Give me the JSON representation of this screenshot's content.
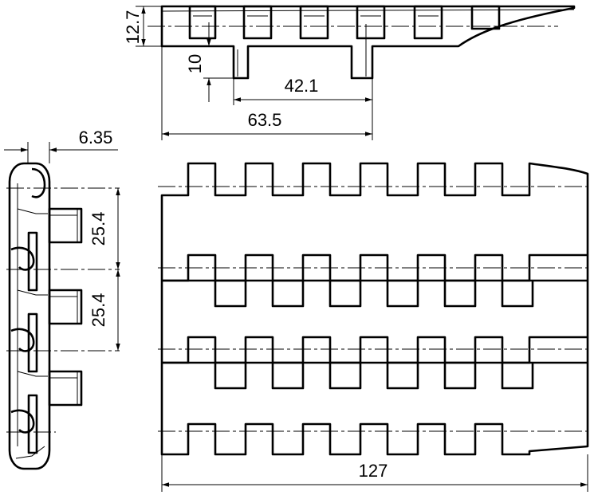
{
  "dimensions": {
    "height": "12.7",
    "pin_length": "10",
    "pin_spacing": "42.1",
    "top_width": "63.5",
    "pitch_side": "6.35",
    "pitch_upper": "25.4",
    "pitch_lower": "25.4",
    "total_width": "127"
  }
}
